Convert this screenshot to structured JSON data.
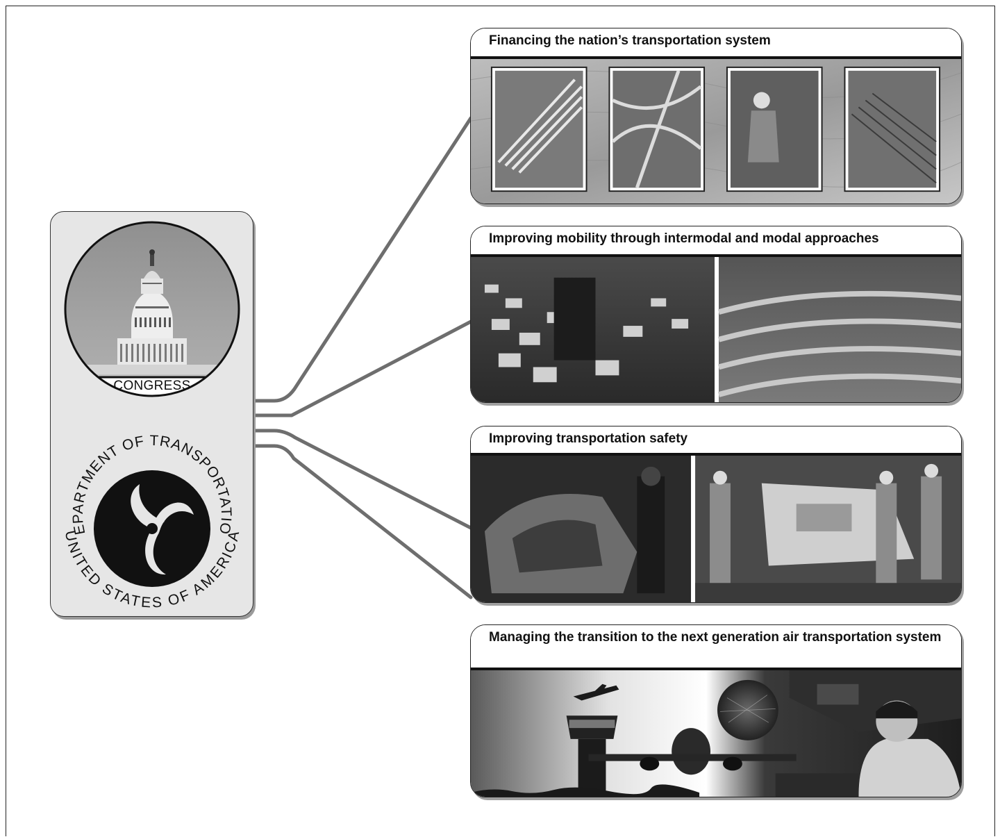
{
  "agencies": {
    "congress_label": "CONGRESS",
    "dot_seal_top_text": "DEPARTMENT OF TRANSPORTATION",
    "dot_seal_bottom_text": "UNITED STATES OF AMERICA"
  },
  "topics": [
    {
      "title": "Financing the nation’s transportation system"
    },
    {
      "title": "Improving mobility through intermodal and modal approaches"
    },
    {
      "title": "Improving transportation safety"
    },
    {
      "title": "Managing the transition to the next generation air transportation system"
    }
  ],
  "colors": {
    "panel_bg": "#e6e6e6",
    "connector": "#6e6e6e",
    "title_rule": "#111111"
  }
}
